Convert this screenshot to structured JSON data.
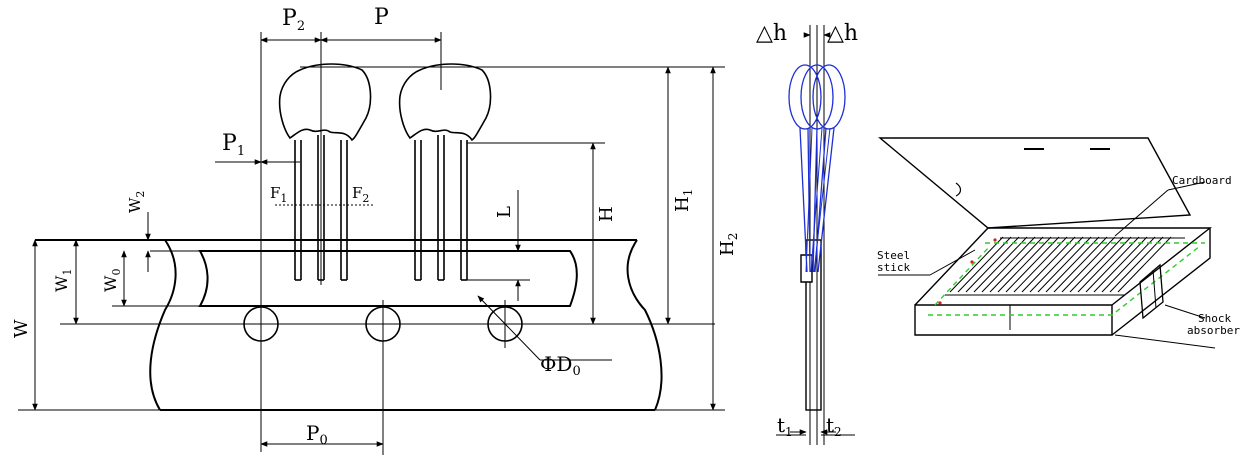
{
  "labels": {
    "p2": {
      "main": "P",
      "sub": "2"
    },
    "p": {
      "main": "P"
    },
    "p1": {
      "main": "P",
      "sub": "1"
    },
    "f1": {
      "main": "F",
      "sub": "1"
    },
    "f2": {
      "main": "F",
      "sub": "2"
    },
    "w2": {
      "main": "W",
      "sub": "2"
    },
    "w1": {
      "main": "W",
      "sub": "1"
    },
    "w0": {
      "main": "W",
      "sub": "0"
    },
    "w": {
      "main": "W"
    },
    "l": {
      "main": "L"
    },
    "h": {
      "main": "H"
    },
    "h1": {
      "main": "H",
      "sub": "1"
    },
    "h2": {
      "main": "H",
      "sub": "2"
    },
    "d0": {
      "main": "ΦD",
      "sub": "0"
    },
    "p0": {
      "main": "P",
      "sub": "0"
    },
    "dh_left": {
      "main": "△h"
    },
    "dh_right": {
      "main": "△h"
    },
    "t1": {
      "main": "t",
      "sub": "1"
    },
    "t2": {
      "main": "t",
      "sub": "2"
    }
  },
  "box_labels": {
    "cardboard": "Cardboard",
    "steel_line1": "Steel",
    "steel_line2": "stick",
    "shock_line1": "Shock",
    "shock_line2": "absorber"
  },
  "colors": {
    "line": "#000000",
    "blue": "#1e2fd6",
    "green": "#2ecc2e",
    "red": "#d02020"
  }
}
